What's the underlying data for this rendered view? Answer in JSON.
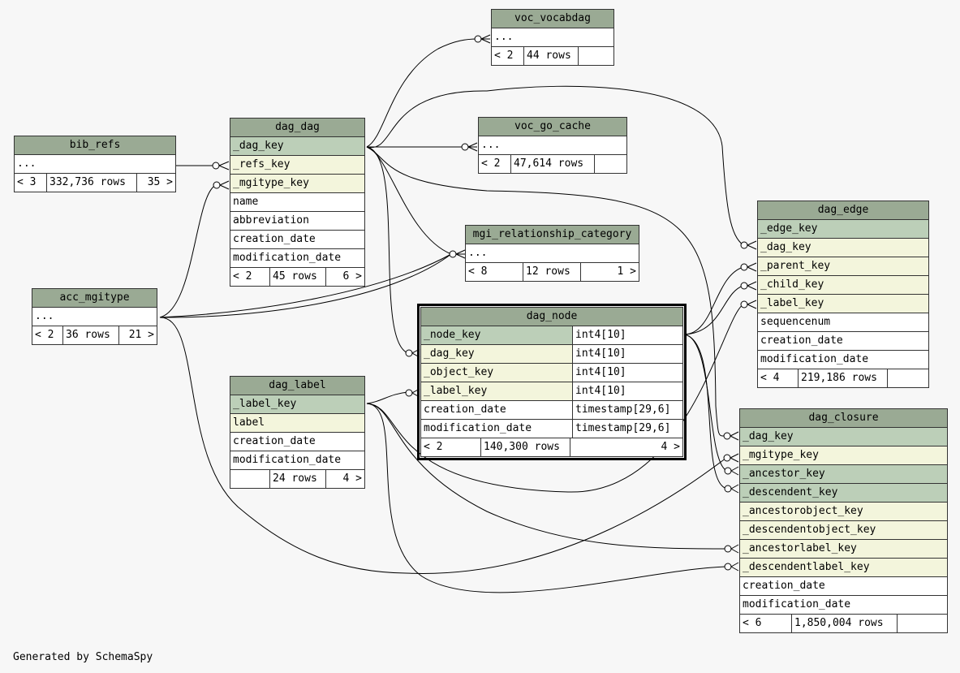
{
  "footer": "Generated by SchemaSpy",
  "tables": {
    "voc_vocabdag": {
      "title": "voc_vocabdag",
      "rows": [
        "..."
      ],
      "foot": [
        "< 2",
        "44 rows",
        ""
      ]
    },
    "voc_go_cache": {
      "title": "voc_go_cache",
      "rows": [
        "..."
      ],
      "foot": [
        "< 2",
        "47,614 rows",
        ""
      ]
    },
    "bib_refs": {
      "title": "bib_refs",
      "rows": [
        "..."
      ],
      "foot": [
        "< 3",
        "332,736 rows",
        "35 >"
      ]
    },
    "dag_dag": {
      "title": "dag_dag",
      "rows": [
        "_dag_key",
        "_refs_key",
        "_mgitype_key",
        "name",
        "abbreviation",
        "creation_date",
        "modification_date"
      ],
      "foot": [
        "< 2",
        "45 rows",
        "6 >"
      ]
    },
    "mgi_relationship_category": {
      "title": "mgi_relationship_category",
      "rows": [
        "..."
      ],
      "foot": [
        "< 8",
        "12 rows",
        "1 >"
      ]
    },
    "acc_mgitype": {
      "title": "acc_mgitype",
      "rows": [
        "..."
      ],
      "foot": [
        "< 2",
        "36 rows",
        "21 >"
      ]
    },
    "dag_node": {
      "title": "dag_node",
      "cols": [
        {
          "name": "_node_key",
          "type": "int4[10]"
        },
        {
          "name": "_dag_key",
          "type": "int4[10]"
        },
        {
          "name": "_object_key",
          "type": "int4[10]"
        },
        {
          "name": "_label_key",
          "type": "int4[10]"
        },
        {
          "name": "creation_date",
          "type": "timestamp[29,6]"
        },
        {
          "name": "modification_date",
          "type": "timestamp[29,6]"
        }
      ],
      "foot": [
        "< 2",
        "140,300 rows",
        "4 >"
      ]
    },
    "dag_label": {
      "title": "dag_label",
      "rows": [
        "_label_key",
        "label",
        "creation_date",
        "modification_date"
      ],
      "foot": [
        "",
        "24 rows",
        "4 >"
      ]
    },
    "dag_edge": {
      "title": "dag_edge",
      "rows": [
        "_edge_key",
        "_dag_key",
        "_parent_key",
        "_child_key",
        "_label_key",
        "sequencenum",
        "creation_date",
        "modification_date"
      ],
      "foot": [
        "< 4",
        "219,186 rows",
        ""
      ]
    },
    "dag_closure": {
      "title": "dag_closure",
      "rows": [
        "_dag_key",
        "_mgitype_key",
        "_ancestor_key",
        "_descendent_key",
        "_ancestorobject_key",
        "_descendentobject_key",
        "_ancestorlabel_key",
        "_descendentlabel_key",
        "creation_date",
        "modification_date"
      ],
      "foot": [
        "< 6",
        "1,850,004 rows",
        ""
      ]
    }
  }
}
